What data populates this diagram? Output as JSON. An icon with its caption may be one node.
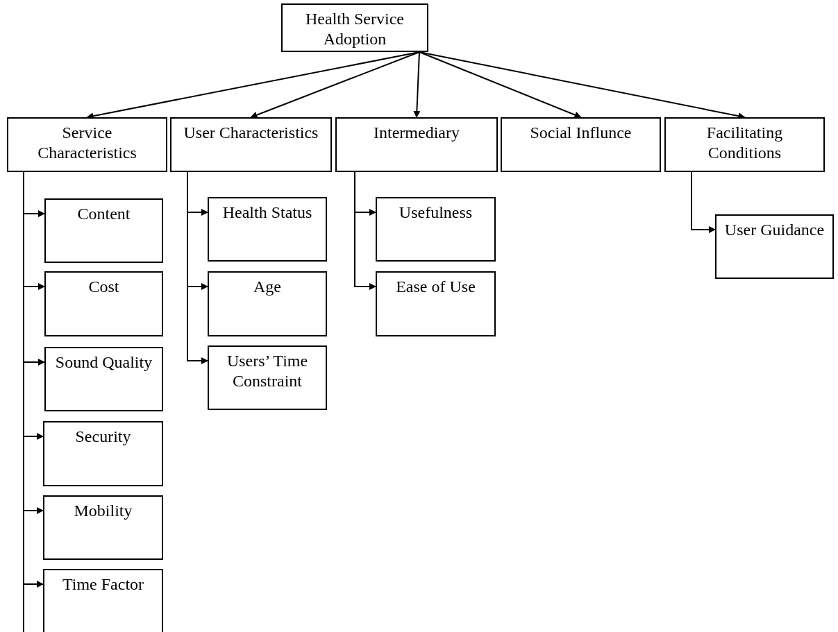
{
  "diagram": {
    "nodes": [
      {
        "text": [
          "Health Service Adoption"
        ]
      },
      {
        "text": [
          "Service Characteristics"
        ]
      },
      {
        "text": [
          "User Characteristics"
        ]
      },
      {
        "text": [
          "Intermediary"
        ]
      },
      {
        "text": [
          "Social Influnce"
        ]
      },
      {
        "text": [
          "Facilitating Conditions"
        ]
      },
      {
        "text": [
          "Content"
        ]
      },
      {
        "text": [
          "Cost"
        ]
      },
      {
        "text": [
          "Sound Quality"
        ]
      },
      {
        "text": [
          "Security"
        ]
      },
      {
        "text": [
          "Mobility"
        ]
      },
      {
        "text": [
          "Time Factor"
        ]
      },
      {
        "text": [
          "Health Status"
        ]
      },
      {
        "text": [
          "Age"
        ]
      },
      {
        "text": [
          "Users’ Time Constraint"
        ]
      },
      {
        "text": [
          "Usefulness"
        ]
      },
      {
        "text": [
          "Ease of Use"
        ]
      },
      {
        "text": [
          "User Guidance"
        ]
      }
    ],
    "edges": [
      {
        "from": 0,
        "to": 1,
        "arrow": "to"
      },
      {
        "from": 0,
        "to": 2,
        "arrow": "to"
      },
      {
        "from": 0,
        "to": 3,
        "arrow": "to"
      },
      {
        "from": 0,
        "to": 4,
        "arrow": "to"
      },
      {
        "from": 0,
        "to": 5,
        "arrow": "to"
      },
      {
        "from": 1,
        "to": 6,
        "arrow": "to"
      },
      {
        "from": 1,
        "to": 7,
        "arrow": "to"
      },
      {
        "from": 1,
        "to": 8,
        "arrow": "to"
      },
      {
        "from": 1,
        "to": 9,
        "arrow": "to"
      },
      {
        "from": 1,
        "to": 10,
        "arrow": "to"
      },
      {
        "from": 1,
        "to": 11,
        "arrow": "to"
      },
      {
        "from": 2,
        "to": 12,
        "arrow": "to"
      },
      {
        "from": 2,
        "to": 13,
        "arrow": "to"
      },
      {
        "from": 2,
        "to": 14,
        "arrow": "to"
      },
      {
        "from": 3,
        "to": 15,
        "arrow": "to"
      },
      {
        "from": 3,
        "to": 16,
        "arrow": "to"
      },
      {
        "from": 5,
        "to": 17,
        "arrow": "to"
      }
    ]
  }
}
